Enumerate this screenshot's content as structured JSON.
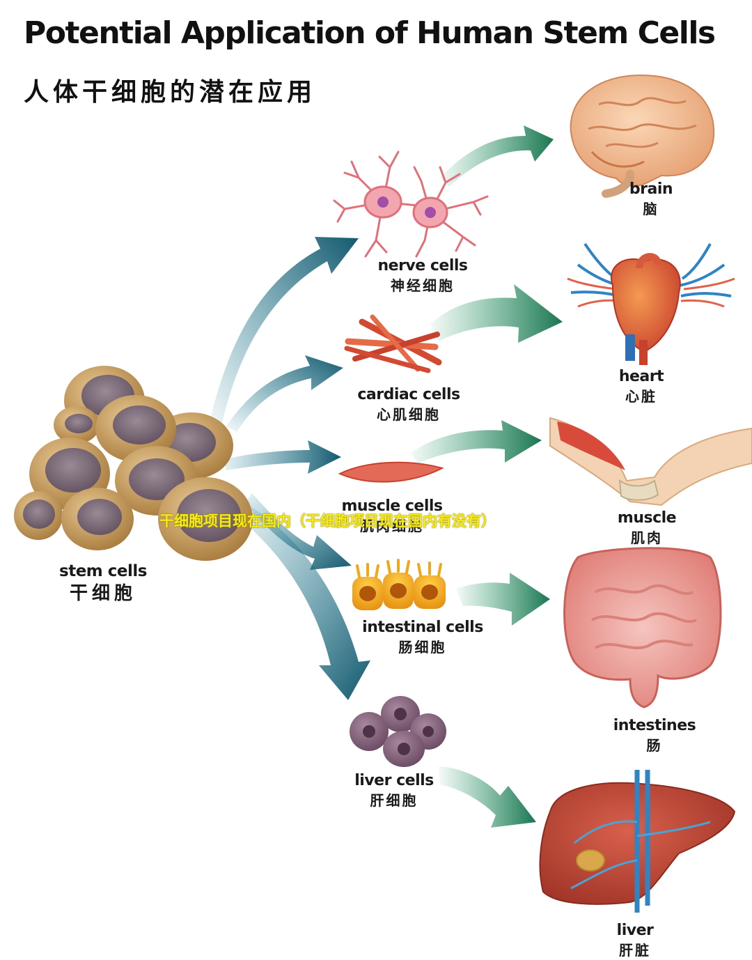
{
  "title": {
    "english": "Potential Application of Human Stem Cells",
    "chinese": "人体干细胞的潜在应用"
  },
  "source": {
    "en": "stem cells",
    "zh": "干细胞"
  },
  "cell_types": [
    {
      "en": "nerve cells",
      "zh": "神经细胞"
    },
    {
      "en": "cardiac cells",
      "zh": "心肌细胞"
    },
    {
      "en": "muscle cells",
      "zh": "肌肉细胞"
    },
    {
      "en": "intestinal cells",
      "zh": "肠细胞"
    },
    {
      "en": "liver cells",
      "zh": "肝细胞"
    }
  ],
  "organs": [
    {
      "en": "brain",
      "zh": "脑"
    },
    {
      "en": "heart",
      "zh": "心脏"
    },
    {
      "en": "muscle",
      "zh": "肌肉"
    },
    {
      "en": "intestines",
      "zh": "肠"
    },
    {
      "en": "liver",
      "zh": "肝脏"
    }
  ],
  "overlay_caption": "干细胞项目现在国内（干细胞项目现在国内有没有）",
  "colors": {
    "stem_arrow": "#1d6f86",
    "organ_arrow": "#1f8a5a",
    "overlay_text": "#f5ec16"
  }
}
